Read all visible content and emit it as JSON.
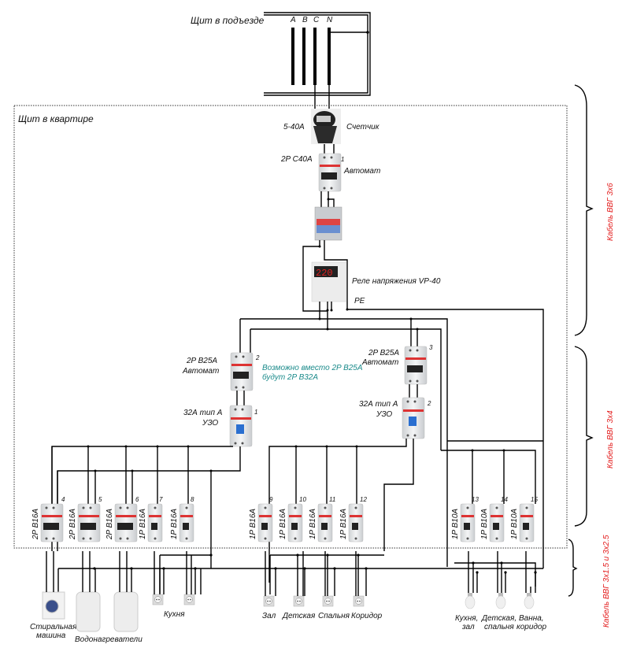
{
  "entrance_panel": {
    "title": "Щит в подъезде",
    "phases": [
      "A",
      "B",
      "C",
      "N"
    ]
  },
  "apartment_panel": {
    "title": "Щит в квартире"
  },
  "meter": {
    "rating": "5-40A",
    "label": "Счетчик"
  },
  "main_breaker": {
    "rating": "2P C40A",
    "label": "Автомат",
    "number": "1"
  },
  "voltage_relay": {
    "label": "Реле напряжения VP-40",
    "display": "220"
  },
  "pe_label": "PE",
  "group_breakers": [
    {
      "rating": "2P B25A",
      "label": "Автомат",
      "number": "2"
    },
    {
      "rating": "2P B25A",
      "label": "Автомат",
      "number": "3"
    }
  ],
  "note": {
    "line1": "Возможно вместо 2P B25A",
    "line2": "будут 2P B32A"
  },
  "rcds": [
    {
      "rating": "32А тип А",
      "label": "УЗО",
      "number": "1"
    },
    {
      "rating": "32А тип А",
      "label": "УЗО",
      "number": "2"
    }
  ],
  "breakers": [
    {
      "rating": "2P B16A",
      "number": "4"
    },
    {
      "rating": "2P B16A",
      "number": "5"
    },
    {
      "rating": "2P B16A",
      "number": "6"
    },
    {
      "rating": "1P B16A",
      "number": "7"
    },
    {
      "rating": "1P B16A",
      "number": "8"
    },
    {
      "rating": "1P B16A",
      "number": "9"
    },
    {
      "rating": "1P B16A",
      "number": "10"
    },
    {
      "rating": "1P B16A",
      "number": "11"
    },
    {
      "rating": "1P B16A",
      "number": "12"
    },
    {
      "rating": "1P B10A",
      "number": "13"
    },
    {
      "rating": "1P B10A",
      "number": "14"
    },
    {
      "rating": "1P B10A",
      "number": "15"
    }
  ],
  "loads": {
    "washing_machine": {
      "line1": "Стиральная",
      "line2": "машина"
    },
    "water_heaters": "Водонагреватели",
    "kitchen": "Кухня",
    "sockets": [
      "Зал",
      "Детская",
      "Спальня",
      "Коридор"
    ],
    "lights": [
      {
        "line1": "Кухня,",
        "line2": "зал"
      },
      {
        "line1": "Детская,",
        "line2": "спальня"
      },
      {
        "line1": "Ванна,",
        "line2": "коридор"
      }
    ]
  },
  "cables": [
    {
      "label": "Кабель ВВГ 3х6"
    },
    {
      "label": "Кабель ВВГ 3х4"
    },
    {
      "label": "Кабель ВВГ 3х1.5 и 3х2.5"
    }
  ],
  "colors": {
    "note": "#1a8a8a",
    "cable": "#e31b1b"
  }
}
